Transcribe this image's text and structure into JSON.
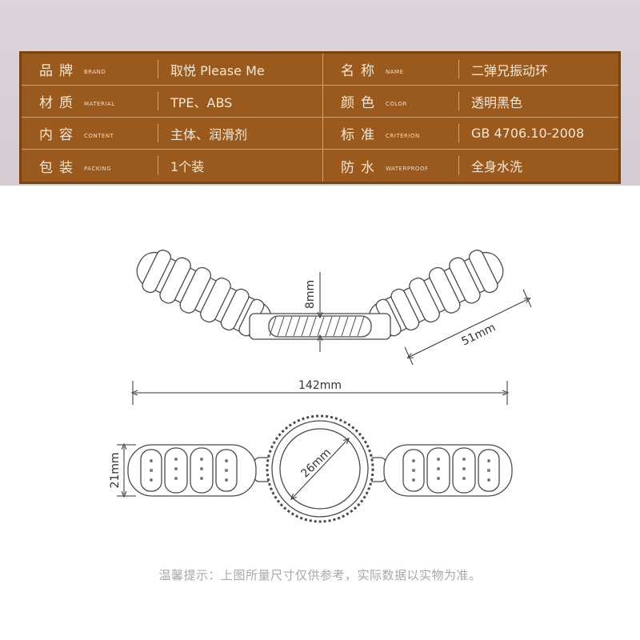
{
  "specs": {
    "rows": [
      {
        "l1_cn": "品牌",
        "l1_en": "BRAND",
        "v1": "取悦 Please Me",
        "l2_cn": "名称",
        "l2_en": "NAME",
        "v2": "二弹兄振动环"
      },
      {
        "l1_cn": "材质",
        "l1_en": "MATERIAL",
        "v1": "TPE、ABS",
        "l2_cn": "颜色",
        "l2_en": "COLOR",
        "v2": "透明黑色"
      },
      {
        "l1_cn": "内容",
        "l1_en": "CONTENT",
        "v1": "主体、润滑剂",
        "l2_cn": "标准",
        "l2_en": "CRITERION",
        "v2": "GB 4706.10-2008"
      },
      {
        "l1_cn": "包装",
        "l1_en": "PACKING",
        "v1": "1个装",
        "l2_cn": "防水",
        "l2_en": "WATERPROOF",
        "v2": "全身水洗"
      }
    ]
  },
  "dimensions": {
    "center_thickness": "8mm",
    "arm_length": "51mm",
    "total_length": "142mm",
    "height": "21mm",
    "ring_diameter": "26mm"
  },
  "note": "温馨提示：上图所量尺寸仅供参考，实际数据以实物为准。"
}
